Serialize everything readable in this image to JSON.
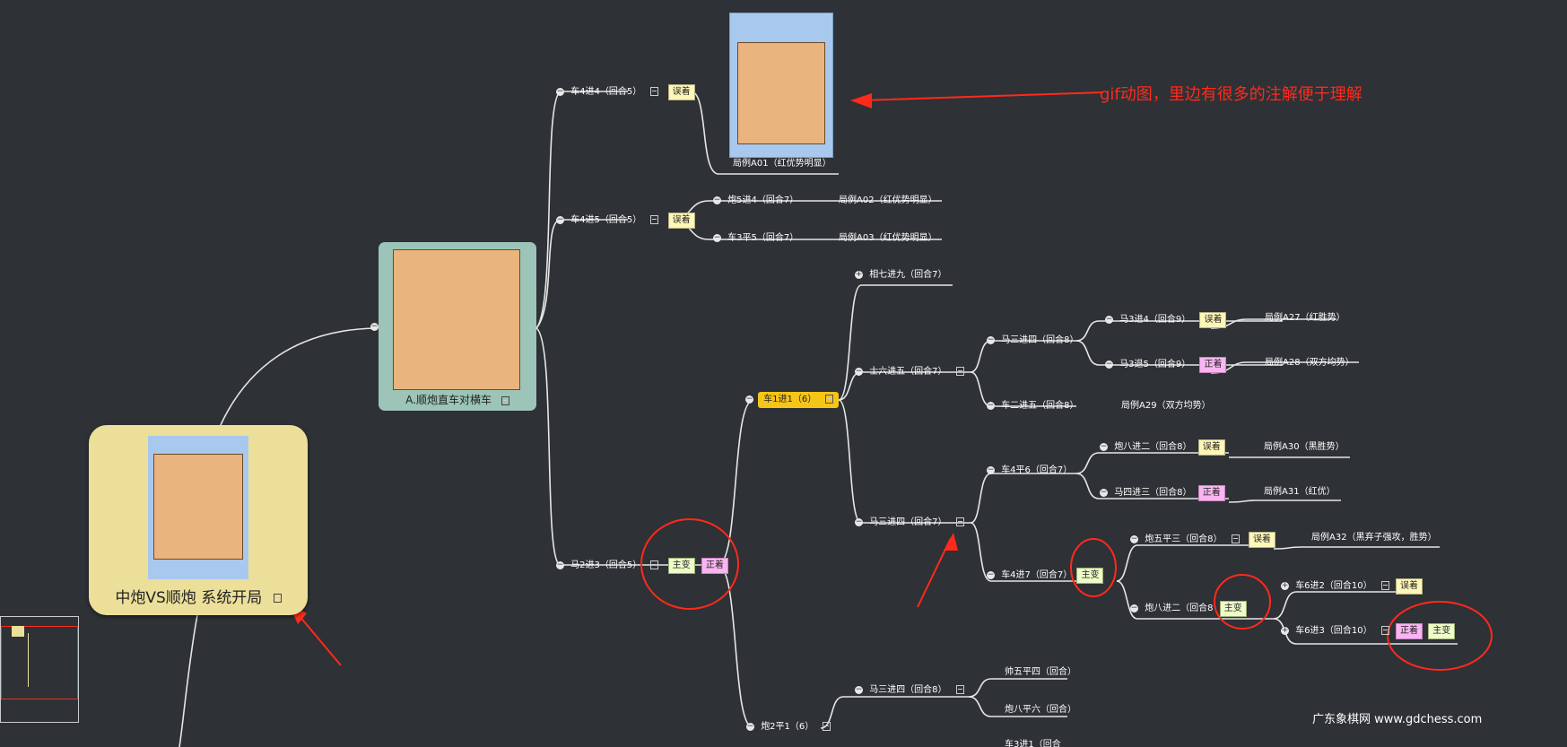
{
  "root": {
    "title": "中炮VS顺炮 系统开局"
  },
  "mainNode": {
    "title": "A.顺炮直车对横车"
  },
  "annotation": "gif动图，里边有很多的注解便于理解",
  "watermark": "广东象棋网 www.gdchess.com",
  "gifCaption": "局例A01（红优势明显）",
  "nodes": {
    "n1": "车4进4（回合5）",
    "n2": "车4进5（回合5）",
    "n3": "马2进3（回合5）",
    "n4": "炮5进4（回合7）",
    "n5": "车3平5（回合7）",
    "n6": "相七进九（回合7）",
    "n7": "车1进1（6）",
    "n8": "士六进五（回合7）",
    "n9": "马三进四（回合8）",
    "n10": "马3进4（回合9）",
    "n11": "马3退5（回合9）",
    "n12": "车二进五（回合8）",
    "n13": "马三进四（回合7）",
    "n14": "车4平6（回合7）",
    "n15": "炮八进二（回合8）",
    "n16": "马四进三（回合8）",
    "n17": "车4进7（回合7）",
    "n18": "炮五平三（回合8）",
    "n19": "炮八进二（回合8",
    "n20": "车6进2（回合10）",
    "n21": "车6进3（回合10）",
    "n22": "炮2平1（6）",
    "n23": "马三进四（回合8）",
    "n24": "帅五平四（回合）",
    "n25": "炮八平六（回合）",
    "n26": "车3进1（回合"
  },
  "results": {
    "r1": "局例A02（红优势明显）",
    "r2": "局例A03（红优势明显）",
    "r3": "局例A27（红胜势）",
    "r4": "局例A28（双方均势）",
    "r5": "局例A29（双方均势）",
    "r6": "局例A30（黑胜势）",
    "r7": "局例A31（红优）",
    "r8": "局例A32（黑弃子强攻，胜势）"
  },
  "tags": {
    "wrong": "误着",
    "main": "主变",
    "right": "正着"
  },
  "colors": {
    "background": "#2e3135",
    "line": "#e6e6e6",
    "root": "#ecdf9a",
    "main": "#9cc4b8",
    "highlight": "#f5c518",
    "annotation": "#ff2a1c"
  }
}
